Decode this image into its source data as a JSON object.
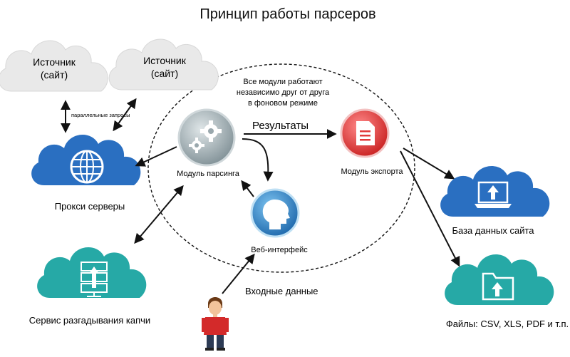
{
  "title": "Принцип работы парсеров",
  "source1": {
    "line1": "Источник",
    "line2": "(сайт)"
  },
  "source2": {
    "line1": "Источник",
    "line2": "(сайт)"
  },
  "parallel_requests": "параллельные запросы",
  "note": {
    "line1": "Все модули работают",
    "line2": "независимо друг от друга",
    "line3": "в фоновом режиме"
  },
  "results": "Результаты",
  "parsing_module": "Модуль парсинга",
  "export_module": "Модуль экспорта",
  "web_interface": "Веб-интерфейс",
  "proxy_servers": "Прокси серверы",
  "captcha_service": "Сервис разгадывания капчи",
  "input_data": "Входные данные",
  "site_database": "База данных сайта",
  "files": "Файлы: CSV, XLS, PDF и т.п.",
  "colors": {
    "cloud_blue": "#2a6fc1",
    "cloud_teal": "#26a9a6",
    "parsing_gray": "#9aa8ad",
    "export_red": "#e23a3a",
    "web_blue": "#2f86c9",
    "source_cloud": "#ececec",
    "arrow": "#111111"
  },
  "icons": {
    "parsing_module": "gears-icon",
    "export_module": "document-icon",
    "web_interface": "head-profile-icon",
    "proxy_servers": "globe-icon",
    "captcha_service": "server-upload-icon",
    "site_database": "laptop-upload-icon",
    "files": "folder-upload-icon",
    "input_data": "person-icon"
  }
}
